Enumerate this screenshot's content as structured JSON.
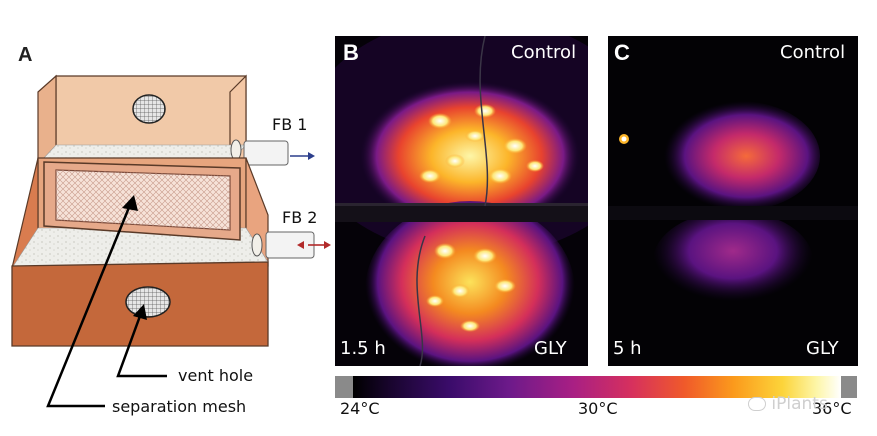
{
  "panel_a": {
    "letter": "A",
    "labels": {
      "fb1": "FB 1",
      "fb2": "FB 2",
      "vent_hole": "vent hole",
      "separation_mesh": "separation mesh"
    }
  },
  "panel_b": {
    "letter": "B",
    "top_label": "Control",
    "bottom_label": "GLY",
    "time": "1.5 h"
  },
  "panel_c": {
    "letter": "C",
    "top_label": "Control",
    "bottom_label": "GLY",
    "time": "5 h"
  },
  "colorbar": {
    "ticks": [
      "24°C",
      "30°C",
      "36°C"
    ],
    "range": [
      24,
      36
    ],
    "colors": [
      "#000000",
      "#3b0c6b",
      "#a81f84",
      "#f05a2a",
      "#fcd43a",
      "#ffffff"
    ]
  },
  "watermark": "iPlants"
}
